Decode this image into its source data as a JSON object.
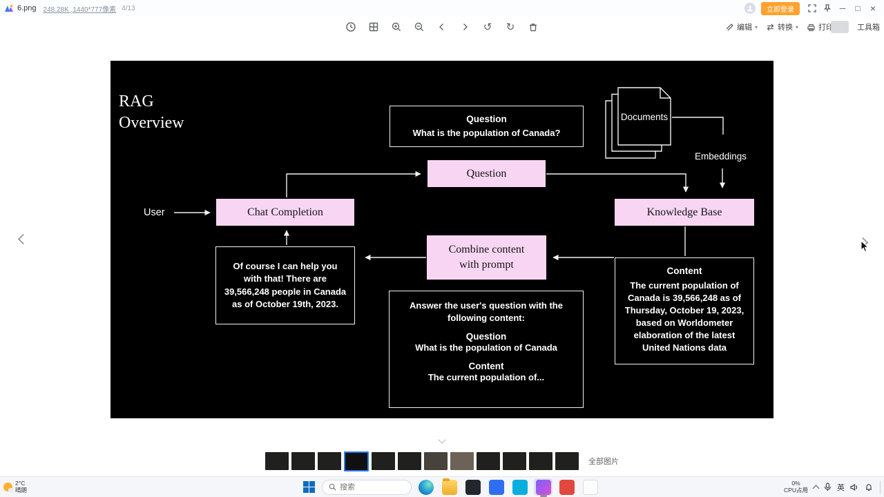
{
  "colors": {
    "diagram_pink": "#f8d6f3",
    "canvas_black": "#000000",
    "login_orange": "#ffa22e",
    "thumbnail_selection_blue": "#2a7cf7",
    "windows_blue": "#0f6cbd"
  },
  "titlebar": {
    "filename": "6.png",
    "file_meta": "248.28K ,1440*777像素",
    "position": "4/13",
    "login_label": "立即登录"
  },
  "icons": {
    "minimize": "─",
    "maximize": "□",
    "close": "×",
    "caret": "▾",
    "rotate_left": "↺",
    "rotate_right": "↻"
  },
  "toolbar": {
    "edit": "编辑",
    "convert": "转换",
    "print": "打印",
    "toolbox": "工具箱"
  },
  "diagram": {
    "title1": "RAG",
    "title2": "Overview",
    "user_label": "User",
    "documents_label": "Documents",
    "embeddings_label": "Embeddings",
    "question_box_title": "Question",
    "question_box_body": "What is the population of Canada?",
    "question_node": "Question",
    "chat_completion": "Chat Completion",
    "knowledge_base": "Knowledge Base",
    "combine_node": "Combine content with prompt",
    "response_text": "Of course I can help you with that! There are 39,566,248 people in Canada as of October 19th, 2023.",
    "prompt_intro": "Answer the user's question with the following content:",
    "prompt_q_title": "Question",
    "prompt_q_body": "What is the population of Canada",
    "prompt_c_title": "Content",
    "prompt_c_body": "The current population of...",
    "content_title": "Content",
    "content_body": "The current population of Canada is 39,566,248 as of Thursday, October 19, 2023, based on Worldometer elaboration of the latest United Nations data"
  },
  "filmstrip": {
    "count": 12,
    "active_index": 3,
    "all_label": "全部图片"
  },
  "taskbar": {
    "weather_temp": "2°C",
    "weather_cond": "晴朗",
    "search_placeholder": "搜索",
    "cpu_value": "0%",
    "cpu_label": "CPU占用",
    "lang": "英"
  }
}
